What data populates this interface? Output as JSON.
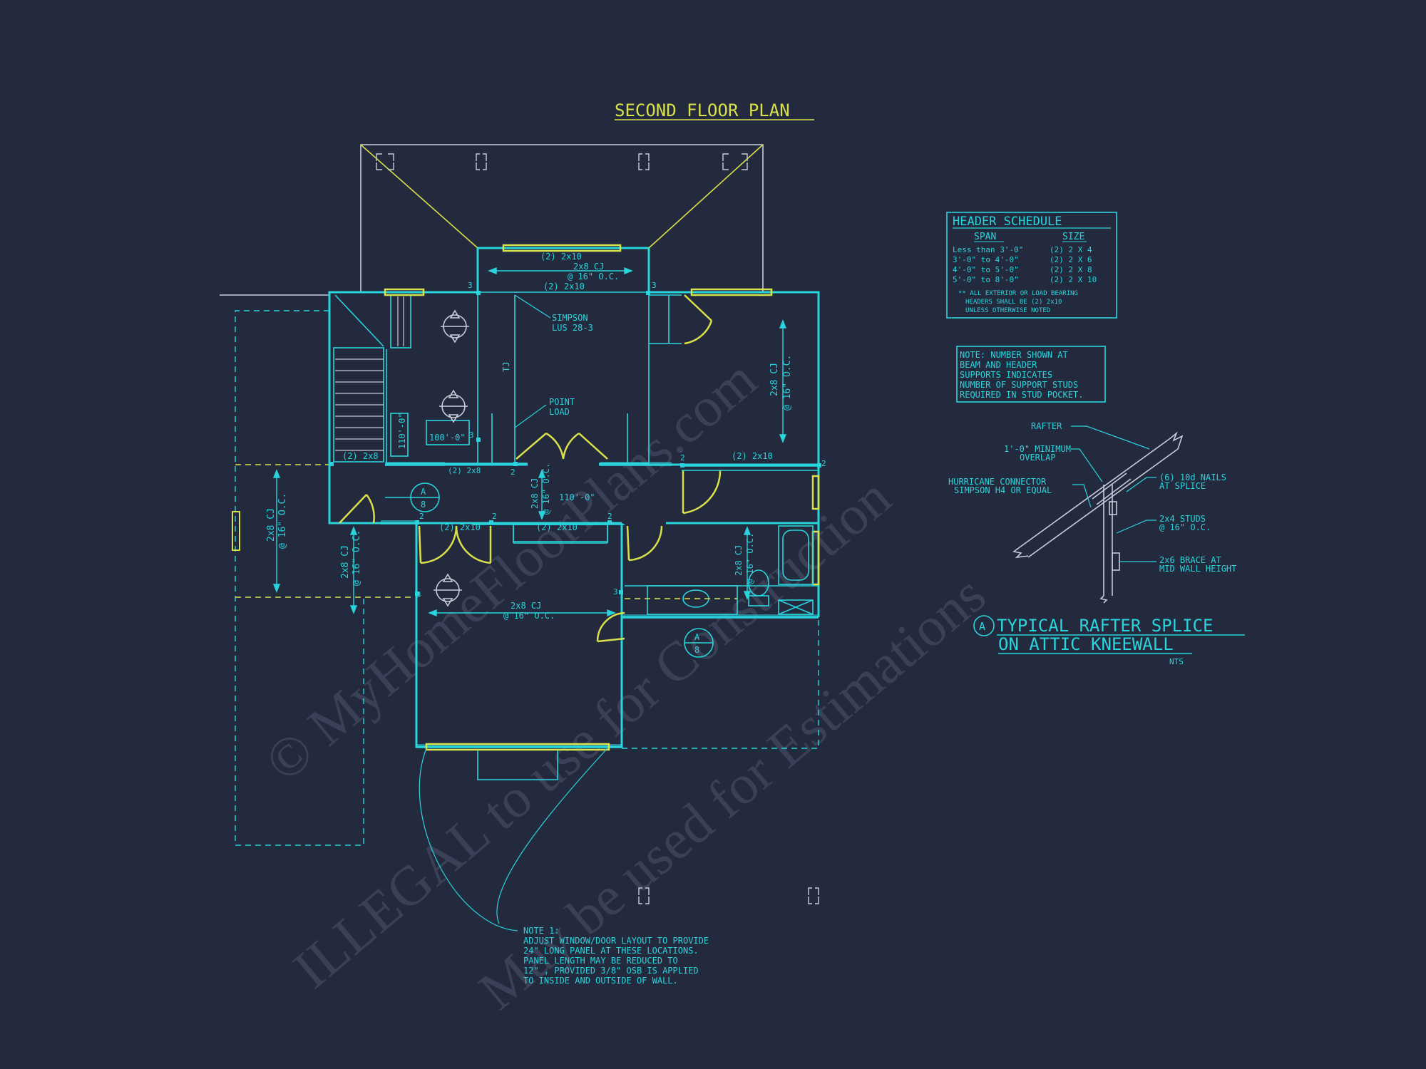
{
  "title": "SECOND FLOOR PLAN",
  "watermark": {
    "line1": "© MyHomeFloorPlans.com",
    "line2": "ILLEGAL to use for Construction",
    "line3": "May be used for Estimations"
  },
  "colors": {
    "background": "#242a3e",
    "cyan": "#2ad4dc",
    "yellow": "#d8e04a",
    "white": "#c8ccd8"
  },
  "header_schedule": {
    "title": "HEADER SCHEDULE",
    "col_span": "SPAN",
    "col_size": "SIZE",
    "rows": [
      {
        "span": "Less than 3'-0\"",
        "size": "(2) 2 X 4"
      },
      {
        "span": "3'-0\" to 4'-0\"",
        "size": "(2) 2 X 6"
      },
      {
        "span": "4'-0\" to 5'-0\"",
        "size": "(2) 2 X 8"
      },
      {
        "span": "5'-0\" to 8'-0\"",
        "size": "(2) 2 X 10"
      }
    ],
    "note1": "** ALL EXTERIOR OR LOAD BEARING",
    "note2": "HEADERS SHALL BE (2) 2x10",
    "note3": "UNLESS OTHERWISE NOTED"
  },
  "stud_note": {
    "line1": "NOTE: NUMBER SHOWN AT",
    "line2": "BEAM AND HEADER",
    "line3": "SUPPORTS INDICATES",
    "line4": "NUMBER OF SUPPORT STUDS",
    "line5": "REQUIRED IN STUD POCKET."
  },
  "detail": {
    "rafter": "RAFTER",
    "overlap1": "1'-0\" MINIMUM",
    "overlap2": "OVERLAP",
    "hurricane1": "HURRICANE CONNECTOR",
    "hurricane2": "SIMPSON H4 OR EQUAL",
    "nails1": "(6) 10d NAILS",
    "nails2": "AT SPLICE",
    "studs1": "2x4 STUDS",
    "studs2": "@ 16\" O.C.",
    "brace1": "2x6 BRACE AT",
    "brace2": "MID WALL HEIGHT",
    "marker": "A",
    "title1": "TYPICAL RAFTER SPLICE",
    "title2": "ON ATTIC KNEEWALL",
    "scale": "NTS"
  },
  "plan_labels": {
    "header_top": "(2) 2x10",
    "cj_top": "2x8 CJ",
    "cj_top_spacing": "@ 16\" O.C.",
    "header_mid": "(2) 2x10",
    "simpson1": "SIMPSON",
    "simpson2": "LUS 28-3",
    "point1": "POINT",
    "point2": "LOAD",
    "tj": "TJ",
    "cj_right": "2x8 CJ",
    "cj_right_spacing": "@ 16\" O.C.",
    "hdr_2x8_a": "(2) 2x8",
    "hdr_2x8_b": "(2) 2x8",
    "hdr_right": "(2) 2x10",
    "ceiling_a": "110'-0\"",
    "ceiling_b": "100'-0\"",
    "ceiling_c": "110'-0\"",
    "cj_center": "2x8 CJ",
    "cj_center_spacing": "@ 16\" O.C.",
    "hdr_lower_a": "(2) 2x10",
    "hdr_lower_b": "(2) 2x10",
    "cj_left_outer": "2x8 CJ",
    "cj_left_outer_spacing": "@ 16\" O.C.",
    "cj_left_inner": "2x8 CJ",
    "cj_left_inner_spacing": "@ 16\" O.C.",
    "cj_bed": "2x8 CJ",
    "cj_bed_spacing": "@ 16\" O.C.",
    "cj_bath": "2x8 CJ",
    "cj_bath_spacing": "@ 16\" O.C.",
    "sec_a_top": "A",
    "sec_a_bottom": "8",
    "sec_b_top": "A",
    "sec_b_bottom": "8",
    "stud_3a": "3",
    "stud_3b": "3",
    "stud_3c": "3",
    "stud_3d": "3",
    "stud_3e": "3",
    "stud_2a": "2",
    "stud_2b": "2",
    "stud_2c": "2",
    "stud_2d": "2",
    "stud_2e": "2",
    "stud_2f": "2"
  },
  "bottom_note": {
    "line1": "NOTE 1:",
    "line2": "ADJUST WINDOW/DOOR LAYOUT TO PROVIDE",
    "line3": "  24\"  LONG PANEL AT THESE LOCATIONS.",
    "line4": "PANEL LENGTH MAY BE REDUCED TO",
    "line5": "  12\"  , PROVIDED 3/8\" OSB IS APPLIED",
    "line6": "TO INSIDE AND OUTSIDE OF WALL."
  }
}
